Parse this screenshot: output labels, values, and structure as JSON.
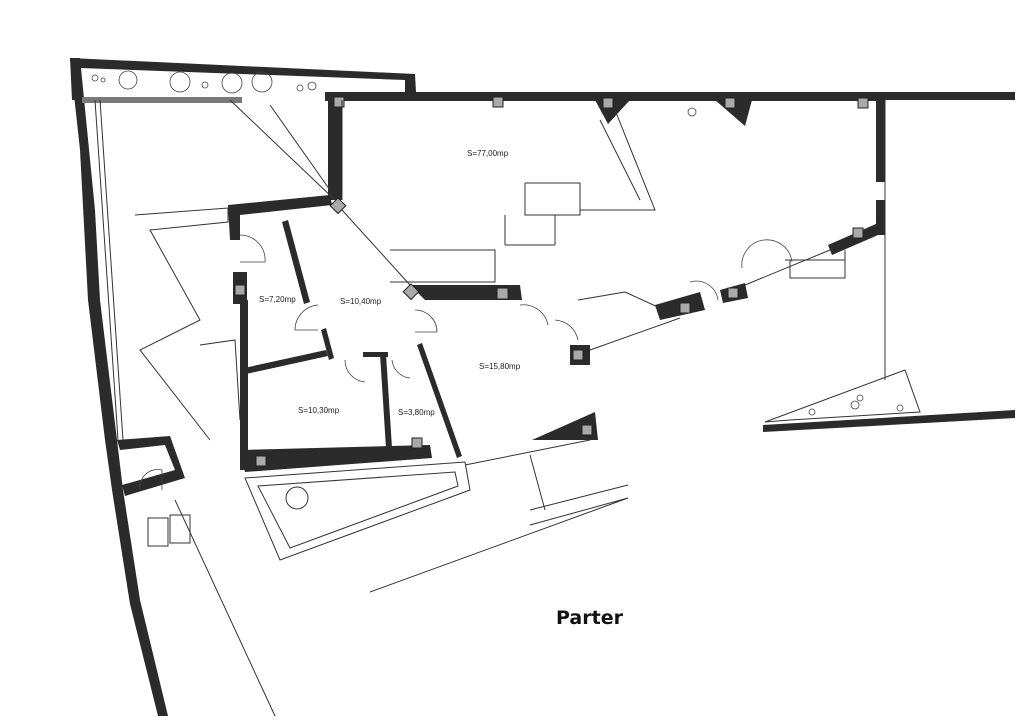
{
  "plan": {
    "title": "Parter",
    "rooms": [
      {
        "label": "S=77,00mp"
      },
      {
        "label": "S=7,20mp"
      },
      {
        "label": "S=10,40mp"
      },
      {
        "label": "S=15,80mp"
      },
      {
        "label": "S=10,30mp"
      },
      {
        "label": "S=3,80mp"
      }
    ]
  },
  "colors": {
    "wall": "#2b2b2b",
    "column": "#a9a9a9",
    "planter": "#7a7a7a"
  }
}
